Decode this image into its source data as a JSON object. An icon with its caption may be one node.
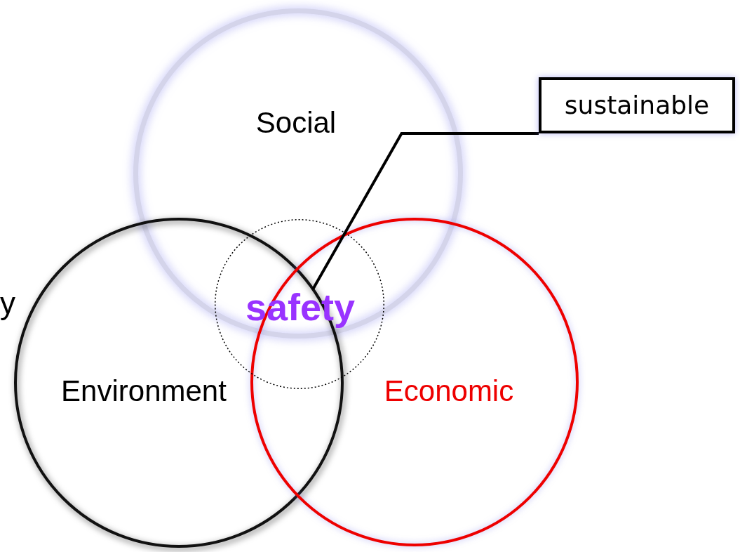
{
  "diagram": {
    "nodes": [
      {
        "text": [
          "Social"
        ]
      },
      {
        "text": [
          "Environment"
        ]
      },
      {
        "text": [
          "Economic"
        ]
      },
      {
        "text": [
          "safety"
        ]
      },
      {
        "text": [
          "sustainable"
        ]
      }
    ],
    "edges": [
      {
        "from": 4,
        "to": 3,
        "arrow": "none"
      }
    ],
    "labels": [
      "y"
    ]
  }
}
